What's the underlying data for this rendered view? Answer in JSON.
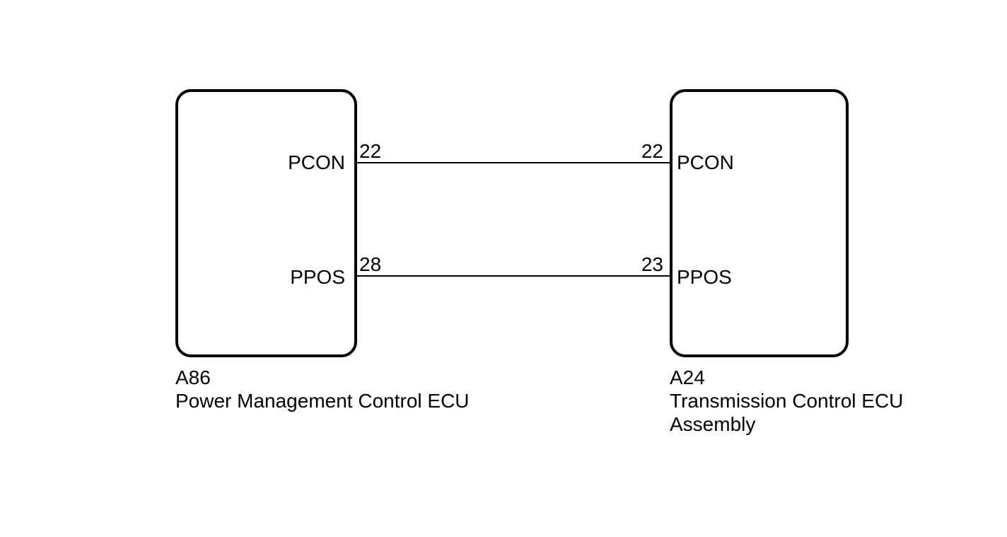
{
  "diagram": {
    "type": "wiring-diagram",
    "colors": {
      "background": "#ffffff",
      "line": "#000000",
      "text": "#000000"
    },
    "left_component": {
      "code": "A86",
      "name": "Power Management Control ECU",
      "pins": {
        "pcon": {
          "label": "PCON",
          "pin_number": "22"
        },
        "ppos": {
          "label": "PPOS",
          "pin_number": "28"
        }
      }
    },
    "right_component": {
      "code": "A24",
      "name_line1": "Transmission Control ECU",
      "name_line2": "Assembly",
      "pins": {
        "pcon": {
          "label": "PCON",
          "pin_number": "22"
        },
        "ppos": {
          "label": "PPOS",
          "pin_number": "23"
        }
      }
    },
    "wires": [
      {
        "signal": "PCON",
        "from_component": "A86",
        "from_pin": "22",
        "to_component": "A24",
        "to_pin": "22"
      },
      {
        "signal": "PPOS",
        "from_component": "A86",
        "from_pin": "28",
        "to_component": "A24",
        "to_pin": "23"
      }
    ]
  }
}
